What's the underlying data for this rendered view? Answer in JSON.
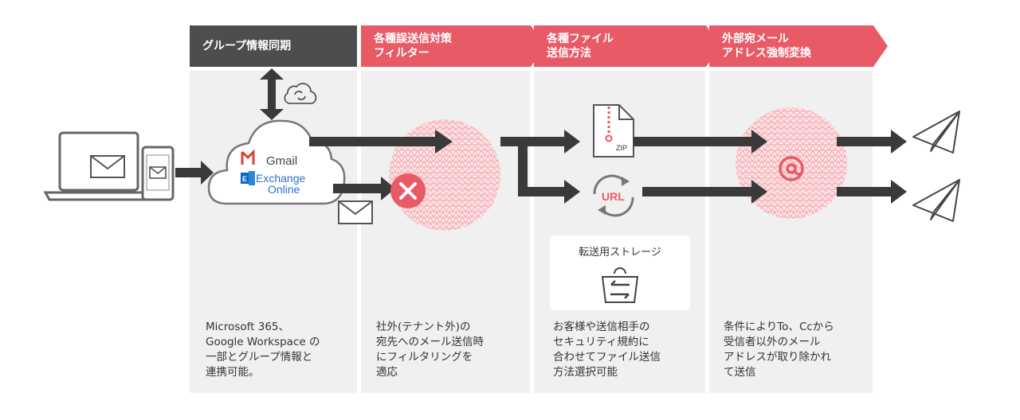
{
  "headers": {
    "group_sync": "グループ情報同期",
    "misdelivery_filter": "各種誤送信対策\nフィルター",
    "file_sending": "各種ファイル\n送信方法",
    "address_conversion": "外部宛メール\nアドレス強制変換"
  },
  "descriptions": {
    "group_sync": "Microsoft 365、\nGoogle Workspace の\n一部とグループ情報と\n連携可能。",
    "misdelivery_filter": "社外(テナント外)の\n宛先へのメール送信時\nにフィルタリングを\n適応",
    "file_sending": "お客様や送信相手の\nセキュリティ規約に\n合わせてファイル送信\n方法選択可能",
    "address_conversion": "条件によりTo、Ccから\n受信者以外のメール\nアドレスが取り除かれ\nて送信"
  },
  "cloud": {
    "gmail_label": "Gmail",
    "exchange_line1": "Exchange",
    "exchange_line2": "Online"
  },
  "file_icon_label": "ZIP",
  "url_icon_label": "URL",
  "storage": {
    "title": "転送用ストレージ"
  },
  "colors": {
    "accent_red": "#e85a66",
    "dark_header": "#4d4d4d",
    "arrow": "#3a3a3a",
    "panel": "#f0f0f0"
  },
  "icons": [
    "laptop-icon",
    "smartphone-icon",
    "envelope-icon",
    "cloud-sync-icon",
    "gmail-icon",
    "exchange-icon",
    "reject-x-icon",
    "zip-file-icon",
    "url-cycle-icon",
    "at-sign-icon",
    "paper-plane-icon",
    "transfer-bag-icon"
  ]
}
